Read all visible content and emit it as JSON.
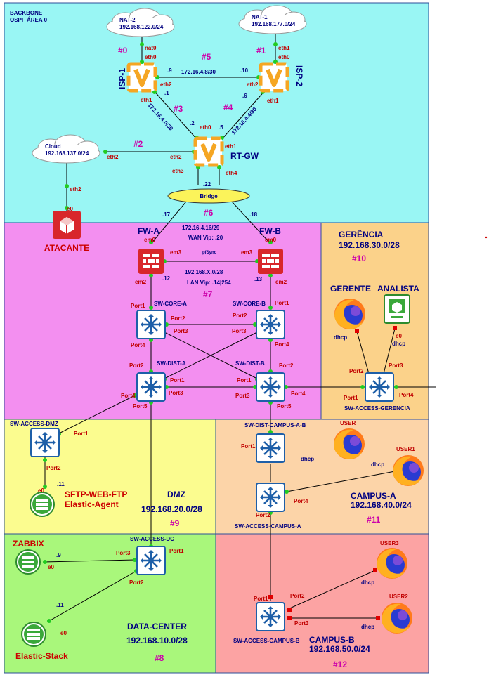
{
  "colors": {
    "backbone": "#99f6f4",
    "lan": "#f38ff0",
    "gerencia": "#fbd28a",
    "dmz": "#fbfc8f",
    "campus_a": "#fcd4a8",
    "datacenter": "#a9f77b",
    "campus_b": "#fca3a3",
    "link": "#000000",
    "port_dot": "#22cc22",
    "router": "#f5a623",
    "firewall": "#d8262b",
    "switch": "#1e5fa8"
  },
  "backbone": {
    "title_line1": "BACKBONE",
    "title_line2": "OSPF ÁREA 0"
  },
  "clouds": {
    "nat2": {
      "name": "NAT-2",
      "net": "192.168.122.0/24"
    },
    "nat1": {
      "name": "NAT-1",
      "net": "192.168.177.0/24"
    },
    "cloud": {
      "name": "Cloud",
      "net": "192.168.137.0/24"
    }
  },
  "routers": {
    "isp1": {
      "name": "ISP-1"
    },
    "isp2": {
      "name": "ISP-2"
    },
    "rtgw": {
      "name": "RT-GW"
    }
  },
  "bridge": {
    "label": "Bridge"
  },
  "links": {
    "l0": "#0",
    "l1": "#1",
    "l2": "#2",
    "l3": "#3",
    "l4": "#4",
    "l5": "#5",
    "l6": "#6",
    "l7": "#7",
    "l8": "#8",
    "l9": "#9",
    "l10": "#10",
    "l11": "#11",
    "l12": "#12"
  },
  "subnets": {
    "s5": "172.16.4.8/30",
    "s3": "172.16.4.0/30",
    "s4": "172.16.4.4/30",
    "s6": "172.16.4.16/29",
    "wan_vip": "WAN Vip: .20",
    "lan": "192.168.X.0/28",
    "lan_vip": "LAN Vip: .14|254",
    "pfsync": "pfSync"
  },
  "ips": {
    "isp1_eth2": ".9",
    "isp2_eth2": ".10",
    "isp1_eth1": ".1",
    "isp2_eth1": ".6",
    "rt_eth0": ".2",
    "rt_eth1": ".5",
    "bridge": ".22",
    "fwa": ".17",
    "fwb": ".18",
    "fwa_em2": ".12",
    "fwb_em2": ".13",
    "sftp": ".11",
    "zabbix": ".9",
    "elastic": ".11"
  },
  "ports": {
    "nat0": "nat0",
    "eth0": "eth0",
    "eth1": "eth1",
    "eth2": "eth2",
    "eth3": "eth3",
    "eth4": "eth4",
    "em0": "em0",
    "em2": "em2",
    "em3": "em3",
    "e0": "e0",
    "port1": "Port1",
    "port2": "Port2",
    "port3": "Port3",
    "port4": "Port4",
    "port5": "Port5"
  },
  "devices": {
    "atacante": "ATACANTE",
    "fwa": "FW-A",
    "fwb": "FW-B",
    "sw_core_a": "SW-CORE-A",
    "sw_core_b": "SW-CORE-B",
    "sw_dist_a": "SW-DIST-A",
    "sw_dist_b": "SW-DIST-B",
    "sw_access_gerencia": "SW-ACCESS-GERENCIA",
    "sw_access_dmz": "SW-ACCESS-DMZ",
    "sw_dist_campus_a_b": "SW-DIST-CAMPUS-A-B",
    "sw_access_campus_a": "SW-ACCESS-CAMPUS-A",
    "sw_access_dc": "SW-ACCESS-DC",
    "sw_access_campus_b": "SW-ACCESS-CAMPUS-B",
    "gerente": "GERENTE",
    "analista": "ANALISTA",
    "user": "USER",
    "user1": "USER1",
    "user2": "USER2",
    "user3": "USER3",
    "sftp_line1": "SFTP-WEB-FTP",
    "sftp_line2": "Elastic-Agent",
    "zabbix": "ZABBIX",
    "elastic": "Elastic-Stack",
    "dhcp": "dhcp"
  },
  "zones": {
    "gerencia": {
      "name": "GERÊNCIA",
      "net": "192.168.30.0/28"
    },
    "dmz": {
      "name": "DMZ",
      "net": "192.168.20.0/28"
    },
    "campus_a": {
      "name": "CAMPUS-A",
      "net": "192.168.40.0/24"
    },
    "datacenter": {
      "name": "DATA-CENTER",
      "net": "192.168.10.0/28"
    },
    "campus_b": {
      "name": "CAMPUS-B",
      "net": "192.168.50.0/24"
    }
  }
}
